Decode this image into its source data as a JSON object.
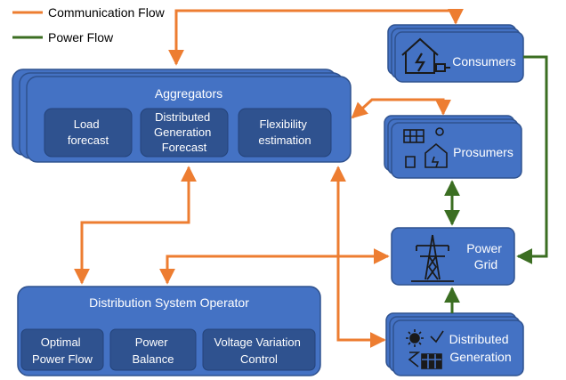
{
  "legend": {
    "communication": "Communication Flow",
    "power": "Power Flow"
  },
  "colors": {
    "box_fill": "#4472C4",
    "box_stroke": "#2F528F",
    "inner_fill": "#2F528F",
    "communication": "#ED7D31",
    "power": "#3B6E22"
  },
  "aggregators": {
    "title": "Aggregators",
    "items": [
      [
        "Load",
        "forecast"
      ],
      [
        "Distributed",
        "Generation",
        "Forecast"
      ],
      [
        "Flexibility",
        "estimation"
      ]
    ]
  },
  "dso": {
    "title": "Distribution System Operator",
    "items": [
      [
        "Optimal",
        "Power Flow"
      ],
      [
        "Power",
        "Balance"
      ],
      [
        "Voltage Variation",
        "Control"
      ]
    ]
  },
  "consumers": {
    "label": "Consumers",
    "icon": "house-plug-icon"
  },
  "prosumers": {
    "label": "Prosumers",
    "icon": "solar-house-icon"
  },
  "power_grid": {
    "label": [
      "Power",
      "Grid"
    ],
    "icon": "transmission-tower-icon"
  },
  "distributed_generation": {
    "label": [
      "Distributed",
      "Generation"
    ],
    "icon": "sun-battery-icon"
  }
}
